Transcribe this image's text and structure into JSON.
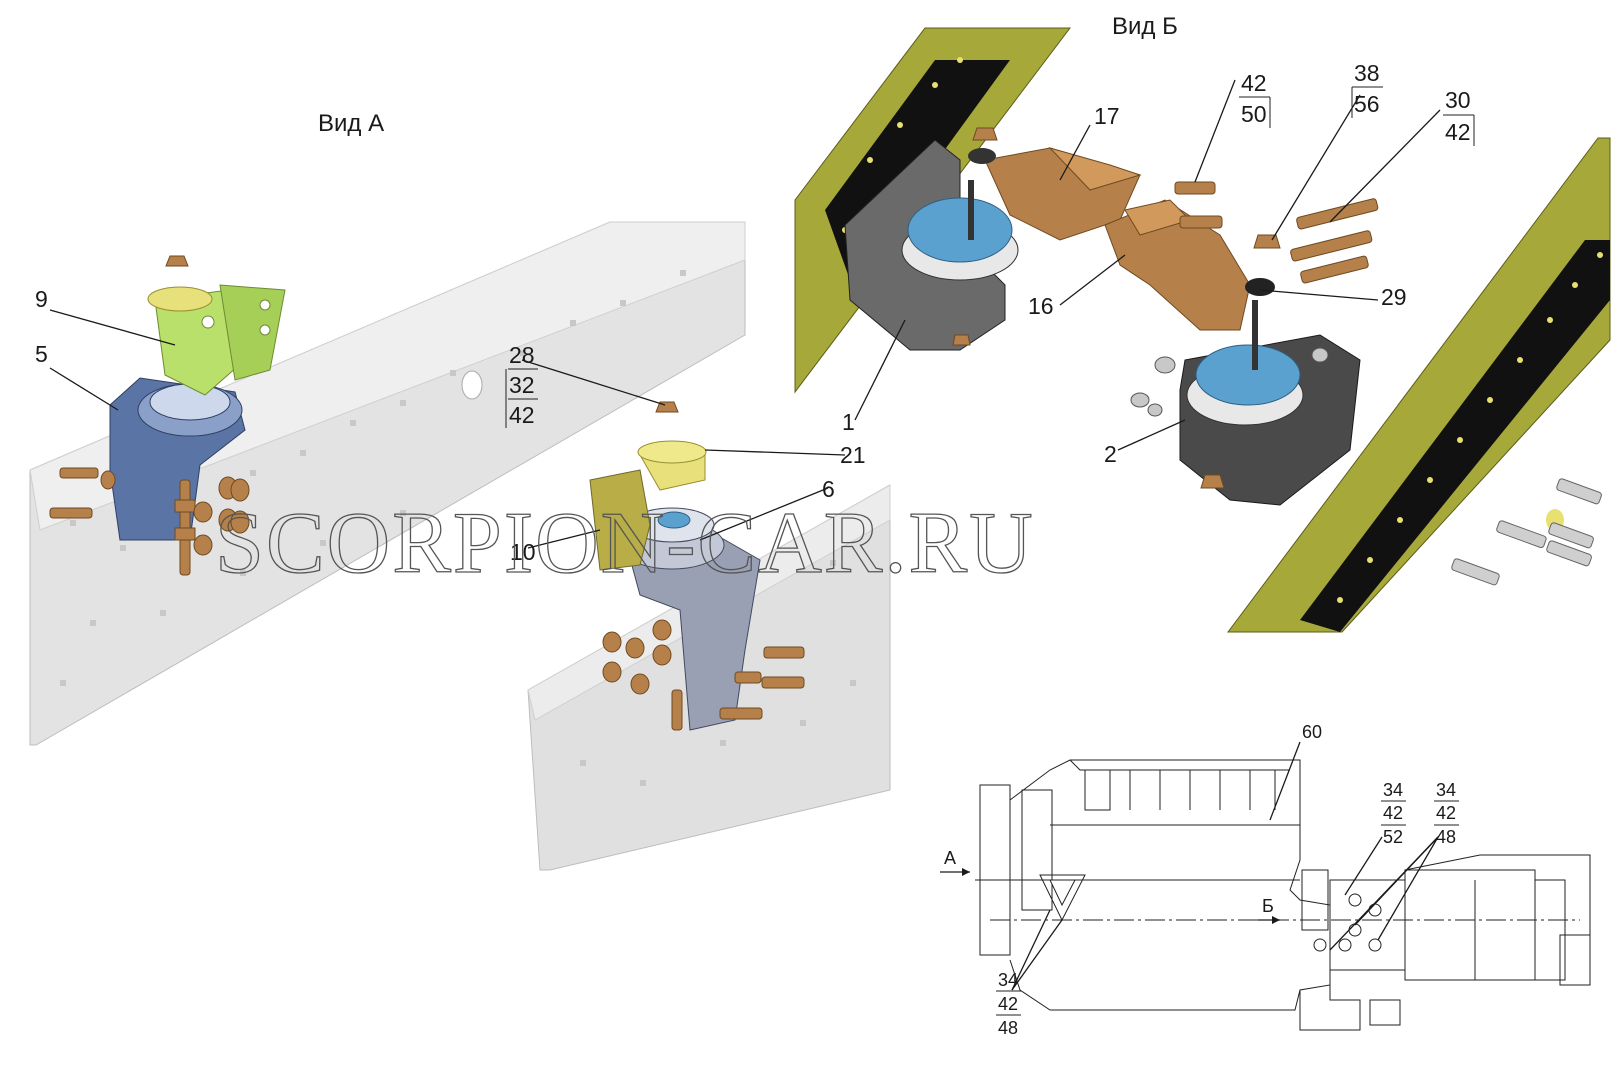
{
  "view_a": {
    "title": "Вид А"
  },
  "view_b": {
    "title": "Вид Б"
  },
  "watermark": "SCORPION-CAR.RU",
  "callouts_a": {
    "c9": "9",
    "c5": "5",
    "c28_1": "28",
    "c28_2": "32",
    "c28_3": "42",
    "c21": "21",
    "c6": "6",
    "c10": "10"
  },
  "callouts_b": {
    "c17": "17",
    "c42a_1": "42",
    "c42a_2": "50",
    "c38_1": "38",
    "c38_2": "56",
    "c30_1": "30",
    "c30_2": "42",
    "c16": "16",
    "c29": "29",
    "c1": "1",
    "c2": "2"
  },
  "callouts_engine": {
    "c60": "60",
    "arrow_a": "А",
    "arrow_b": "Б",
    "s1_1": "34",
    "s1_2": "42",
    "s1_3": "52",
    "s2_1": "34",
    "s2_2": "42",
    "s2_3": "48",
    "s3_1": "34",
    "s3_2": "42",
    "s3_3": "48"
  },
  "colors": {
    "frame_grey": "#dcdcdc",
    "frame_olive": "#a7a83a",
    "bracket_blue": "#5b74a6",
    "bracket_green": "#b9e06a",
    "bracket_grey": "#9aa0b4",
    "bronze": "#b5804a",
    "pad_blue": "#5aa1cf",
    "pad_yellow": "#e8e07a",
    "dark_bracket": "#4a4a4a"
  }
}
